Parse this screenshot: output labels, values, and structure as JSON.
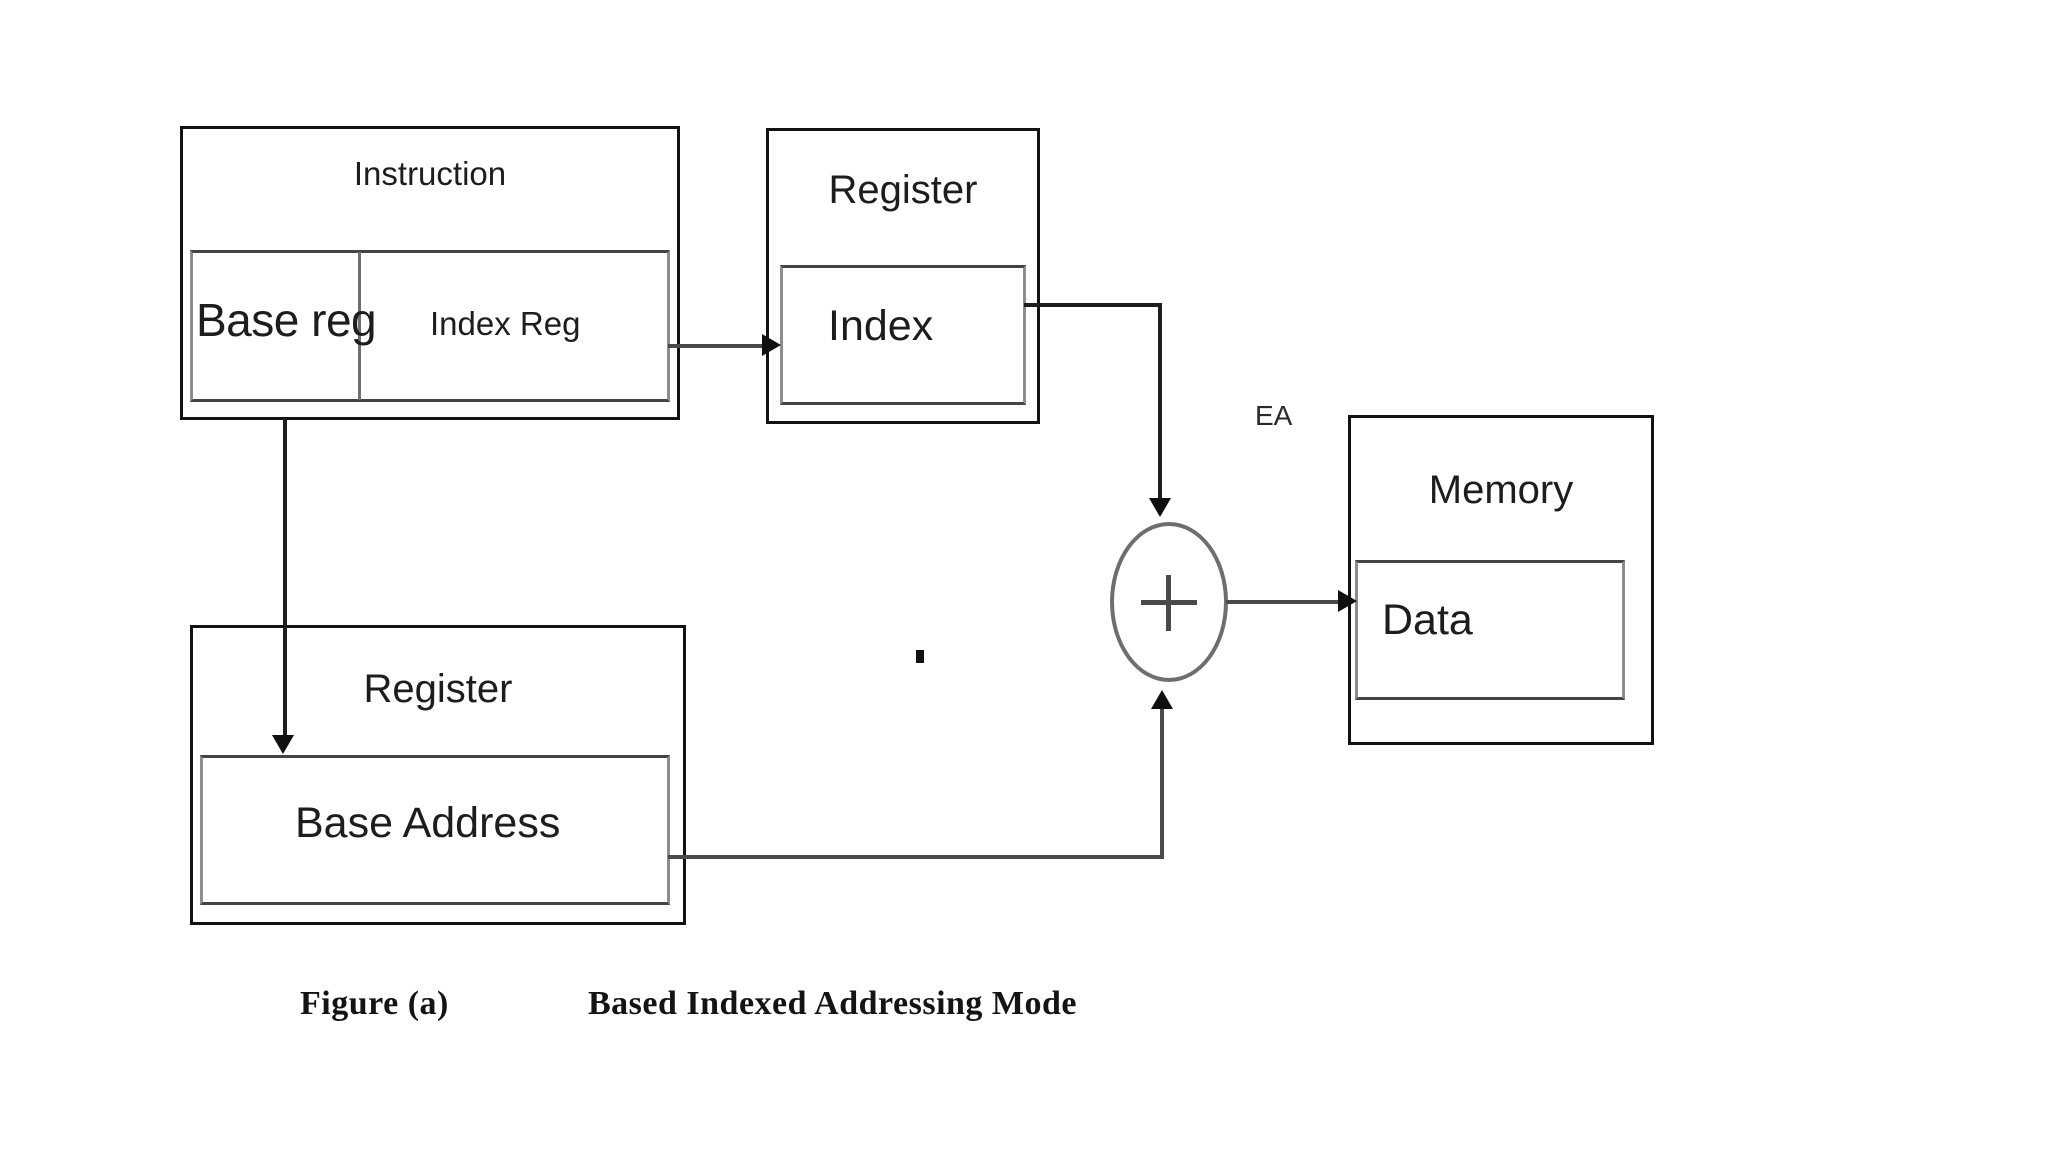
{
  "figure": {
    "title": "Based Indexed Addressing Mode",
    "caption_label": "Figure (a)",
    "caption_text": "Based Indexed Addressing Mode"
  },
  "colors": {
    "background": "#ffffff",
    "outer_border": "#121212",
    "inner_border": "#8d8d8d",
    "connector": "#4a4a4a",
    "arrowhead": "#101010",
    "text": "#1d1d1d"
  },
  "nodes": {
    "instruction": {
      "title": "Instruction",
      "fields": [
        {
          "label": "Base reg"
        },
        {
          "label": "Index Reg"
        }
      ]
    },
    "index_register": {
      "title": "Register",
      "field": "Index"
    },
    "base_register": {
      "title": "Register",
      "field": "Base Address"
    },
    "adder": {
      "symbol": "+",
      "output_label": "EA"
    },
    "memory": {
      "title": "Memory",
      "field": "Data"
    }
  },
  "edges": [
    {
      "from": "instruction.index_reg",
      "to": "index_register.index",
      "arrow": "right"
    },
    {
      "from": "instruction.base_reg",
      "to": "base_register.base_address",
      "arrow": "down"
    },
    {
      "from": "index_register.index",
      "to": "adder",
      "arrow": "down"
    },
    {
      "from": "base_register.base_address",
      "to": "adder",
      "arrow": "up"
    },
    {
      "from": "adder",
      "to": "memory.data",
      "arrow": "right",
      "label": "EA"
    }
  ]
}
